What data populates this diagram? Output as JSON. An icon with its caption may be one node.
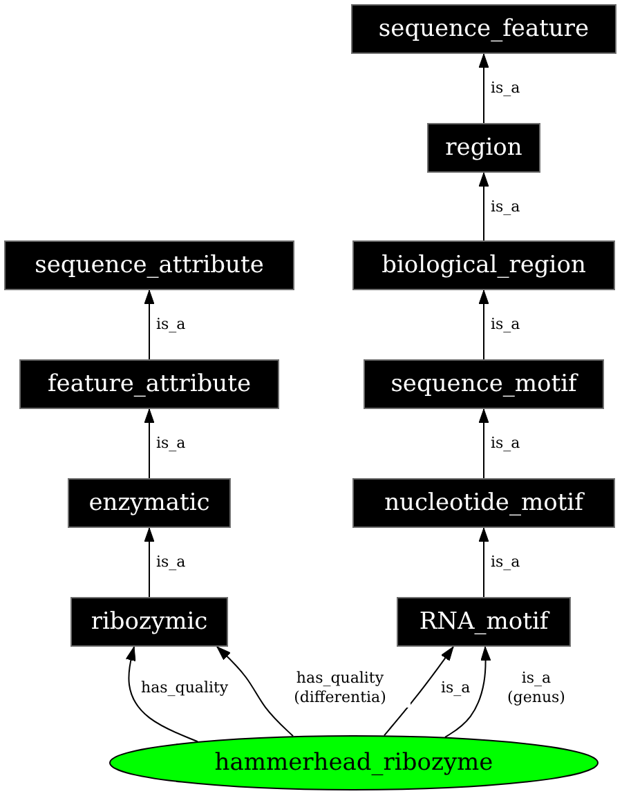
{
  "diagram": {
    "nodes": [
      {
        "text": [
          "sequence_feature"
        ]
      },
      {
        "text": [
          "region"
        ]
      },
      {
        "text": [
          "sequence_attribute"
        ]
      },
      {
        "text": [
          "biological_region"
        ]
      },
      {
        "text": [
          "feature_attribute"
        ]
      },
      {
        "text": [
          "sequence_motif"
        ]
      },
      {
        "text": [
          "enzymatic"
        ]
      },
      {
        "text": [
          "nucleotide_motif"
        ]
      },
      {
        "text": [
          "ribozymic"
        ]
      },
      {
        "text": [
          "RNA_motif"
        ]
      },
      {
        "text": [
          "hammerhead_ribozyme"
        ]
      }
    ],
    "edges": [
      {
        "from": 1,
        "to": 0,
        "arrow": "to",
        "label": "is_a"
      },
      {
        "from": 3,
        "to": 1,
        "arrow": "to",
        "label": "is_a"
      },
      {
        "from": 4,
        "to": 2,
        "arrow": "to",
        "label": "is_a"
      },
      {
        "from": 5,
        "to": 3,
        "arrow": "to",
        "label": "is_a"
      },
      {
        "from": 6,
        "to": 4,
        "arrow": "to",
        "label": "is_a"
      },
      {
        "from": 7,
        "to": 5,
        "arrow": "to",
        "label": "is_a"
      },
      {
        "from": 8,
        "to": 6,
        "arrow": "to",
        "label": "is_a"
      },
      {
        "from": 9,
        "to": 7,
        "arrow": "to",
        "label": "is_a"
      },
      {
        "from": 10,
        "to": 8,
        "arrow": "to",
        "label": "has_quality"
      },
      {
        "from": 10,
        "to": 8,
        "arrow": "to",
        "label": "has_quality (differentia)"
      },
      {
        "from": 10,
        "to": 9,
        "arrow": "to",
        "label": "is_a"
      },
      {
        "from": 10,
        "to": 9,
        "arrow": "to",
        "label": "is_a (genus)"
      }
    ]
  }
}
